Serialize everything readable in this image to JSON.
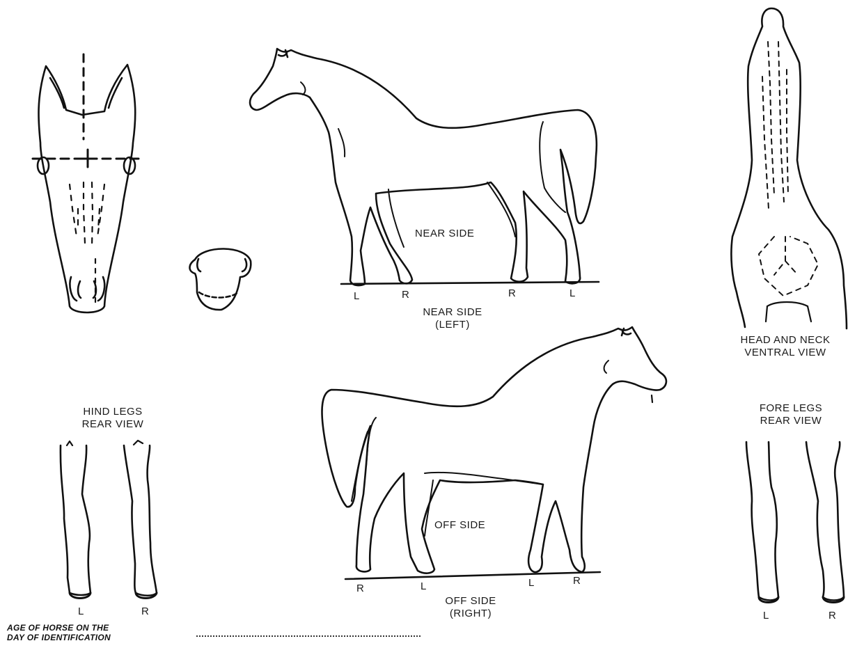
{
  "near_side": {
    "inner_label": "NEAR SIDE",
    "caption_line1": "NEAR SIDE",
    "caption_line2": "(LEFT)",
    "legs": [
      "L",
      "R",
      "R",
      "L"
    ]
  },
  "off_side": {
    "inner_label": "OFF SIDE",
    "caption_line1": "OFF SIDE",
    "caption_line2": "(RIGHT)",
    "legs": [
      "R",
      "L",
      "L",
      "R"
    ]
  },
  "head_neck": {
    "line1": "HEAD AND NECK",
    "line2": "VENTRAL VIEW"
  },
  "hind_legs": {
    "line1": "HIND LEGS",
    "line2": "REAR VIEW",
    "left": "L",
    "right": "R"
  },
  "fore_legs": {
    "line1": "FORE LEGS",
    "line2": "REAR VIEW",
    "left": "L",
    "right": "R"
  },
  "age_field": {
    "line1": "AGE OF HORSE ON THE",
    "line2": "DAY OF IDENTIFICATION"
  }
}
